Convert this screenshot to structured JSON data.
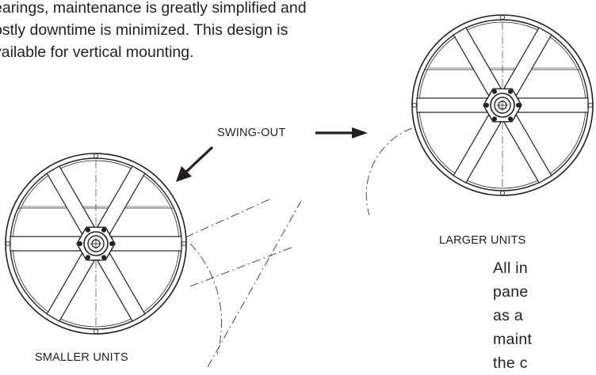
{
  "intro_text": [
    "earings, maintenance is greatly simplified and",
    "ostly downtime is minimized. This design is",
    "vailable for vertical mounting."
  ],
  "labels": {
    "swing_out": "SWING-OUT",
    "larger_units": "LARGER UNITS",
    "smaller_units": "SMALLER UNITS"
  },
  "right_text": [
    "All in",
    "pane",
    "as a",
    "maint",
    "the c"
  ]
}
